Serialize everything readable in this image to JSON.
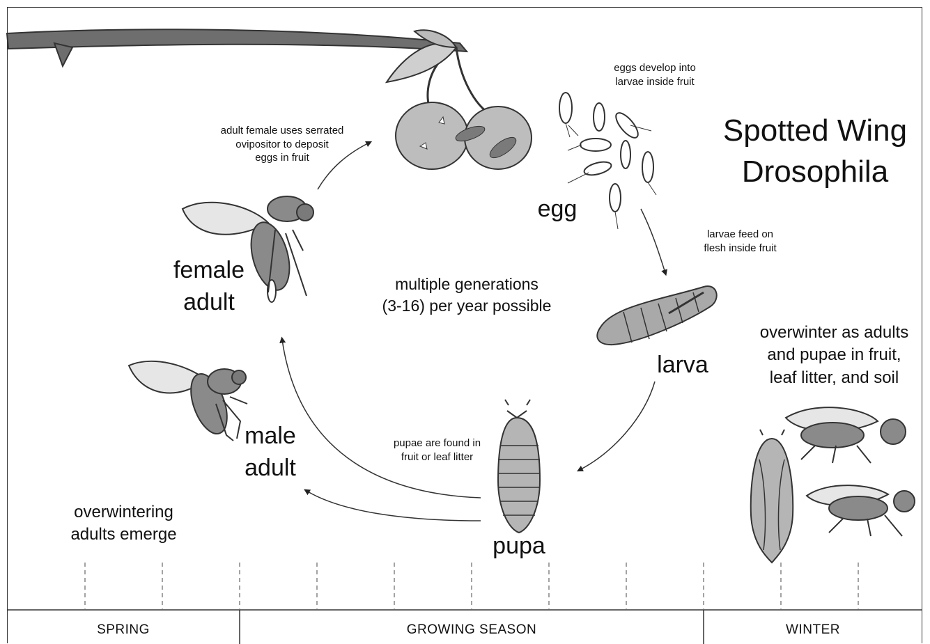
{
  "title": {
    "line1": "Spotted Wing",
    "line2": "Drosophila"
  },
  "stages": {
    "egg": "egg",
    "larva": "larva",
    "pupa": "pupa",
    "female_adult": {
      "line1": "female",
      "line2": "adult"
    },
    "male_adult": {
      "line1": "male",
      "line2": "adult"
    }
  },
  "annotations": {
    "eggs_develop": {
      "line1": "eggs develop into",
      "line2": "larvae inside fruit"
    },
    "larvae_feed": {
      "line1": "larvae feed on",
      "line2": "flesh inside fruit"
    },
    "pupae_found": {
      "line1": "pupae are found in",
      "line2": "fruit or leaf litter"
    },
    "female_oviposit": {
      "line1": "adult female uses serrated",
      "line2": "ovipositor to deposit",
      "line3": "eggs in fruit"
    },
    "generations": {
      "line1": "multiple generations",
      "line2": "(3-16) per year possible"
    },
    "overwinter": {
      "line1": "overwinter as adults",
      "line2": "and pupae in fruit,",
      "line3": "leaf litter, and soil"
    },
    "emerge": {
      "line1": "overwintering",
      "line2": "adults emerge"
    }
  },
  "timeline": {
    "seasons": [
      "SPRING",
      "GROWING SEASON",
      "WINTER"
    ]
  },
  "colors": {
    "ink": "#222222",
    "fruit": "#bdbdbd",
    "fly_body": "#8a8a8a",
    "wing": "#e6e6e6",
    "branch": "#6e6e6e"
  }
}
